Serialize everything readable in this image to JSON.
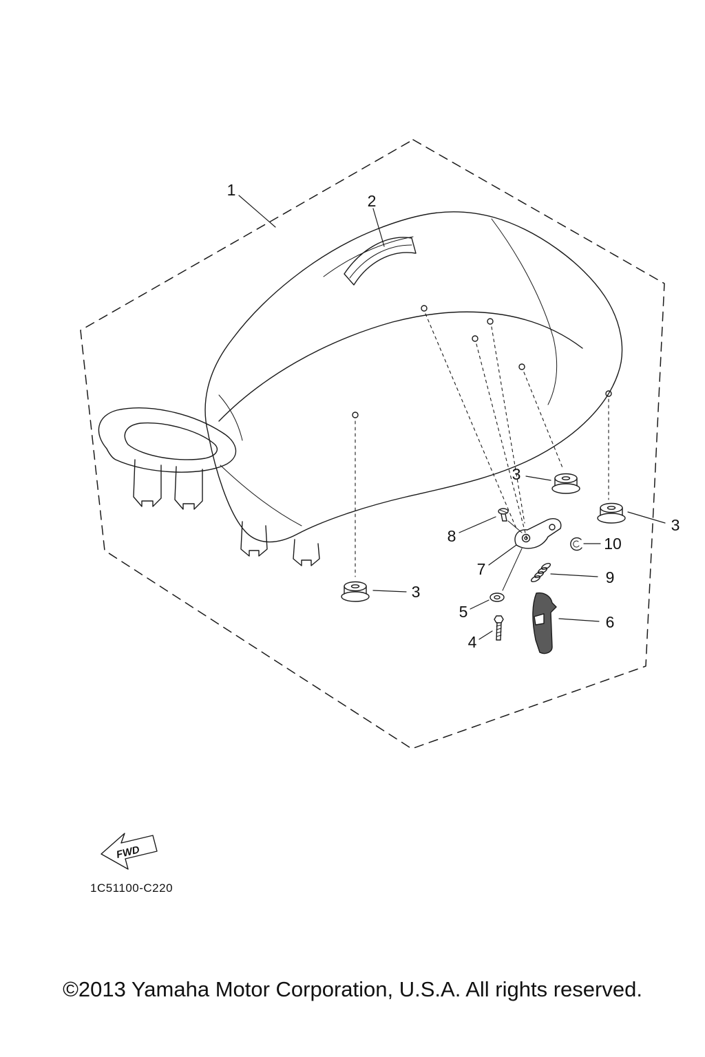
{
  "page": {
    "part_code": "1C51100-C220",
    "copyright": "©2013 Yamaha Motor Corporation, U.S.A. All rights reserved.",
    "fwd_label": "FWD"
  },
  "callouts": {
    "n1": "1",
    "n2": "2",
    "n3_rear_center": "3",
    "n3_rear_right": "3",
    "n3_front": "3",
    "n4": "4",
    "n5": "5",
    "n6": "6",
    "n7": "7",
    "n8": "8",
    "n9": "9",
    "n10": "10"
  }
}
